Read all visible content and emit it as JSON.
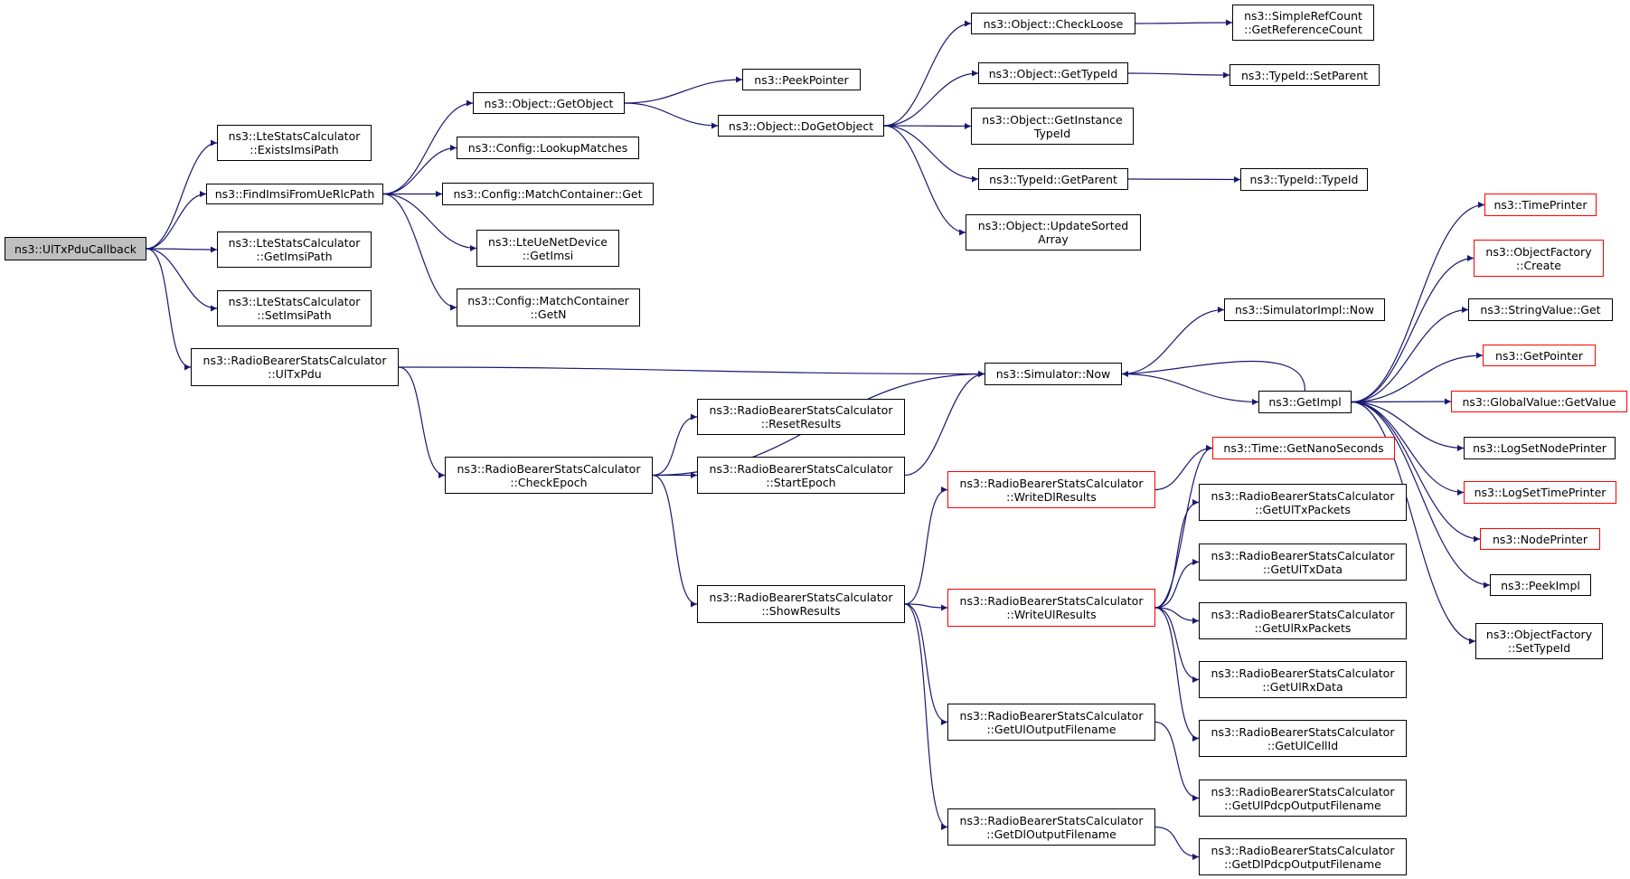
{
  "colors": {
    "edge": "#191970",
    "node_border": "#000000",
    "truncated_border": "#ff0000",
    "root_fill": "#bfbfbf"
  },
  "nodes": [
    {
      "id": "root",
      "lines": [
        "ns3::UlTxPduCallback"
      ],
      "style": "root"
    },
    {
      "id": "lsc-exists",
      "lines": [
        "ns3::LteStatsCalculator",
        "::ExistsImsiPath"
      ]
    },
    {
      "id": "find-imsi",
      "lines": [
        "ns3::FindImsiFromUeRlcPath"
      ]
    },
    {
      "id": "lsc-get",
      "lines": [
        "ns3::LteStatsCalculator",
        "::GetImsiPath"
      ]
    },
    {
      "id": "lsc-set",
      "lines": [
        "ns3::LteStatsCalculator",
        "::SetImsiPath"
      ]
    },
    {
      "id": "rbsc-ultxpdu",
      "lines": [
        "ns3::RadioBearerStatsCalculator",
        "::UlTxPdu"
      ]
    },
    {
      "id": "obj-getobject",
      "lines": [
        "ns3::Object::GetObject"
      ]
    },
    {
      "id": "cfg-lookup",
      "lines": [
        "ns3::Config::LookupMatches"
      ]
    },
    {
      "id": "cfg-mc-get",
      "lines": [
        "ns3::Config::MatchContainer::Get"
      ]
    },
    {
      "id": "ue-getimsi",
      "lines": [
        "ns3::LteUeNetDevice",
        "::GetImsi"
      ]
    },
    {
      "id": "cfg-mc-getn",
      "lines": [
        "ns3::Config::MatchContainer",
        "::GetN"
      ]
    },
    {
      "id": "peekpointer",
      "lines": [
        "ns3::PeekPointer"
      ]
    },
    {
      "id": "obj-dogetobject",
      "lines": [
        "ns3::Object::DoGetObject"
      ]
    },
    {
      "id": "obj-checkloose",
      "lines": [
        "ns3::Object::CheckLoose"
      ]
    },
    {
      "id": "obj-gettypeid",
      "lines": [
        "ns3::Object::GetTypeId"
      ]
    },
    {
      "id": "obj-getinstance",
      "lines": [
        "ns3::Object::GetInstance",
        "TypeId"
      ]
    },
    {
      "id": "typeid-getparent",
      "lines": [
        "ns3::TypeId::GetParent"
      ]
    },
    {
      "id": "obj-updatesorted",
      "lines": [
        "ns3::Object::UpdateSorted",
        "Array"
      ]
    },
    {
      "id": "simplerefcount",
      "lines": [
        "ns3::SimpleRefCount",
        "::GetReferenceCount"
      ]
    },
    {
      "id": "typeid-setparent",
      "lines": [
        "ns3::TypeId::SetParent"
      ]
    },
    {
      "id": "typeid-typeid",
      "lines": [
        "ns3::TypeId::TypeId"
      ]
    },
    {
      "id": "rbsc-reset",
      "lines": [
        "ns3::RadioBearerStatsCalculator",
        "::ResetResults"
      ]
    },
    {
      "id": "rbsc-checkepoch",
      "lines": [
        "ns3::RadioBearerStatsCalculator",
        "::CheckEpoch"
      ]
    },
    {
      "id": "rbsc-startepoch",
      "lines": [
        "ns3::RadioBearerStatsCalculator",
        "::StartEpoch"
      ]
    },
    {
      "id": "rbsc-show",
      "lines": [
        "ns3::RadioBearerStatsCalculator",
        "::ShowResults"
      ]
    },
    {
      "id": "simimpl-now",
      "lines": [
        "ns3::SimulatorImpl::Now"
      ]
    },
    {
      "id": "sim-now",
      "lines": [
        "ns3::Simulator::Now"
      ]
    },
    {
      "id": "getimpl",
      "lines": [
        "ns3::GetImpl"
      ]
    },
    {
      "id": "time-getns",
      "lines": [
        "ns3::Time::GetNanoSeconds"
      ],
      "style": "red"
    },
    {
      "id": "rbsc-writedl",
      "lines": [
        "ns3::RadioBearerStatsCalculator",
        "::WriteDlResults"
      ],
      "style": "red"
    },
    {
      "id": "rbsc-writeul",
      "lines": [
        "ns3::RadioBearerStatsCalculator",
        "::WriteUlResults"
      ],
      "style": "red"
    },
    {
      "id": "rbsc-getulfile",
      "lines": [
        "ns3::RadioBearerStatsCalculator",
        "::GetUlOutputFilename"
      ]
    },
    {
      "id": "rbsc-getdlfile",
      "lines": [
        "ns3::RadioBearerStatsCalculator",
        "::GetDlOutputFilename"
      ]
    },
    {
      "id": "rbsc-getultxpackets",
      "lines": [
        "ns3::RadioBearerStatsCalculator",
        "::GetUlTxPackets"
      ]
    },
    {
      "id": "rbsc-getultxdata",
      "lines": [
        "ns3::RadioBearerStatsCalculator",
        "::GetUlTxData"
      ]
    },
    {
      "id": "rbsc-getulrxpackets",
      "lines": [
        "ns3::RadioBearerStatsCalculator",
        "::GetUlRxPackets"
      ]
    },
    {
      "id": "rbsc-getulrxdata",
      "lines": [
        "ns3::RadioBearerStatsCalculator",
        "::GetUlRxData"
      ]
    },
    {
      "id": "rbsc-getulcellid",
      "lines": [
        "ns3::RadioBearerStatsCalculator",
        "::GetUlCellId"
      ]
    },
    {
      "id": "rbsc-getulpdcp",
      "lines": [
        "ns3::RadioBearerStatsCalculator",
        "::GetUlPdcpOutputFilename"
      ]
    },
    {
      "id": "rbsc-getdlpdcp",
      "lines": [
        "ns3::RadioBearerStatsCalculator",
        "::GetDlPdcpOutputFilename"
      ]
    },
    {
      "id": "timeprinter",
      "lines": [
        "ns3::TimePrinter"
      ],
      "style": "red"
    },
    {
      "id": "objfactory-create",
      "lines": [
        "ns3::ObjectFactory",
        "::Create"
      ],
      "style": "red"
    },
    {
      "id": "stringvalue-get",
      "lines": [
        "ns3::StringValue::Get"
      ]
    },
    {
      "id": "getpointer",
      "lines": [
        "ns3::GetPointer"
      ],
      "style": "red"
    },
    {
      "id": "globalvalue-getvalue",
      "lines": [
        "ns3::GlobalValue::GetValue"
      ],
      "style": "red"
    },
    {
      "id": "logsetnodeprinter",
      "lines": [
        "ns3::LogSetNodePrinter"
      ]
    },
    {
      "id": "logsettimeprinter",
      "lines": [
        "ns3::LogSetTimePrinter"
      ],
      "style": "red"
    },
    {
      "id": "nodeprinter",
      "lines": [
        "ns3::NodePrinter"
      ],
      "style": "red"
    },
    {
      "id": "peekimpl",
      "lines": [
        "ns3::PeekImpl"
      ]
    },
    {
      "id": "objfactory-settypeid",
      "lines": [
        "ns3::ObjectFactory",
        "::SetTypeId"
      ]
    }
  ],
  "edges": [
    [
      "root",
      "lsc-exists"
    ],
    [
      "root",
      "find-imsi"
    ],
    [
      "root",
      "lsc-get"
    ],
    [
      "root",
      "lsc-set"
    ],
    [
      "root",
      "rbsc-ultxpdu"
    ],
    [
      "find-imsi",
      "obj-getobject"
    ],
    [
      "find-imsi",
      "cfg-lookup"
    ],
    [
      "find-imsi",
      "cfg-mc-get"
    ],
    [
      "find-imsi",
      "ue-getimsi"
    ],
    [
      "find-imsi",
      "cfg-mc-getn"
    ],
    [
      "obj-getobject",
      "peekpointer"
    ],
    [
      "obj-getobject",
      "obj-dogetobject"
    ],
    [
      "obj-dogetobject",
      "obj-checkloose"
    ],
    [
      "obj-dogetobject",
      "obj-gettypeid"
    ],
    [
      "obj-dogetobject",
      "obj-getinstance"
    ],
    [
      "obj-dogetobject",
      "typeid-getparent"
    ],
    [
      "obj-dogetobject",
      "obj-updatesorted"
    ],
    [
      "obj-checkloose",
      "simplerefcount"
    ],
    [
      "obj-gettypeid",
      "typeid-setparent"
    ],
    [
      "typeid-getparent",
      "typeid-typeid"
    ],
    [
      "rbsc-ultxpdu",
      "sim-now"
    ],
    [
      "rbsc-ultxpdu",
      "rbsc-checkepoch"
    ],
    [
      "rbsc-checkepoch",
      "rbsc-reset"
    ],
    [
      "rbsc-checkepoch",
      "rbsc-startepoch"
    ],
    [
      "rbsc-checkepoch",
      "sim-now"
    ],
    [
      "rbsc-checkepoch",
      "rbsc-show"
    ],
    [
      "rbsc-startepoch",
      "sim-now"
    ],
    [
      "rbsc-show",
      "rbsc-writedl"
    ],
    [
      "rbsc-show",
      "rbsc-writeul"
    ],
    [
      "rbsc-show",
      "rbsc-getulfile"
    ],
    [
      "rbsc-show",
      "rbsc-getdlfile"
    ],
    [
      "rbsc-writedl",
      "time-getns"
    ],
    [
      "rbsc-writeul",
      "time-getns"
    ],
    [
      "rbsc-writeul",
      "rbsc-getultxpackets"
    ],
    [
      "rbsc-writeul",
      "rbsc-getultxdata"
    ],
    [
      "rbsc-writeul",
      "rbsc-getulrxpackets"
    ],
    [
      "rbsc-writeul",
      "rbsc-getulrxdata"
    ],
    [
      "rbsc-writeul",
      "rbsc-getulcellid"
    ],
    [
      "rbsc-getulfile",
      "rbsc-getulpdcp"
    ],
    [
      "rbsc-getdlfile",
      "rbsc-getdlpdcp"
    ],
    [
      "sim-now",
      "simimpl-now"
    ],
    [
      "sim-now",
      "getimpl"
    ],
    [
      "getimpl",
      "timeprinter"
    ],
    [
      "getimpl",
      "objfactory-create"
    ],
    [
      "getimpl",
      "stringvalue-get"
    ],
    [
      "getimpl",
      "getpointer"
    ],
    [
      "getimpl",
      "globalvalue-getvalue"
    ],
    [
      "getimpl",
      "logsetnodeprinter"
    ],
    [
      "getimpl",
      "logsettimeprinter"
    ],
    [
      "getimpl",
      "nodeprinter"
    ],
    [
      "getimpl",
      "peekimpl"
    ],
    [
      "getimpl",
      "objfactory-settypeid"
    ],
    [
      "getimpl",
      "sim-now"
    ]
  ]
}
